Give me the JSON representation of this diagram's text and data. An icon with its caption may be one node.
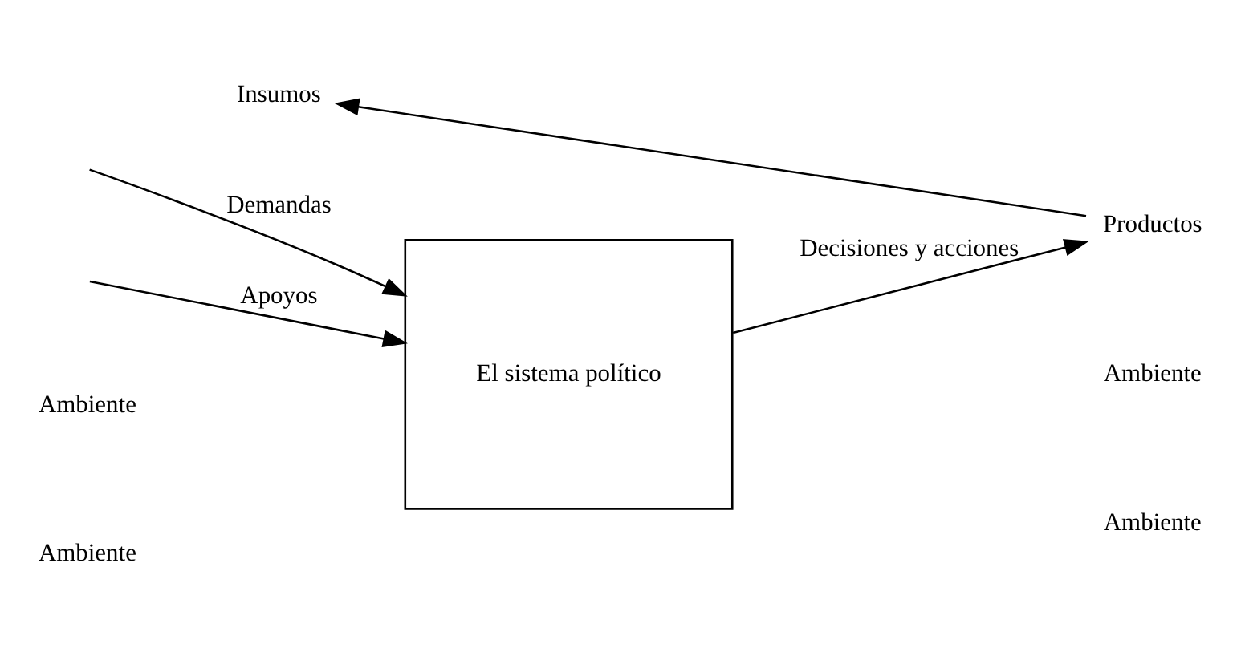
{
  "diagram": {
    "nodes": [
      {
        "text": [
          "Insumos"
        ]
      },
      {
        "text": [
          "El sistema político"
        ]
      },
      {
        "text": [
          "Productos"
        ]
      }
    ],
    "edges": [
      {
        "from": null,
        "to": 1,
        "arrow": "to",
        "label": "Demandas"
      },
      {
        "from": null,
        "to": 1,
        "arrow": "to",
        "label": "Apoyos"
      },
      {
        "from": 1,
        "to": 2,
        "arrow": "to",
        "label": "Decisiones y acciones"
      },
      {
        "from": 2,
        "to": 0,
        "arrow": "to"
      }
    ],
    "labels": [
      "Ambiente",
      "Ambiente",
      "Ambiente",
      "Ambiente"
    ]
  }
}
